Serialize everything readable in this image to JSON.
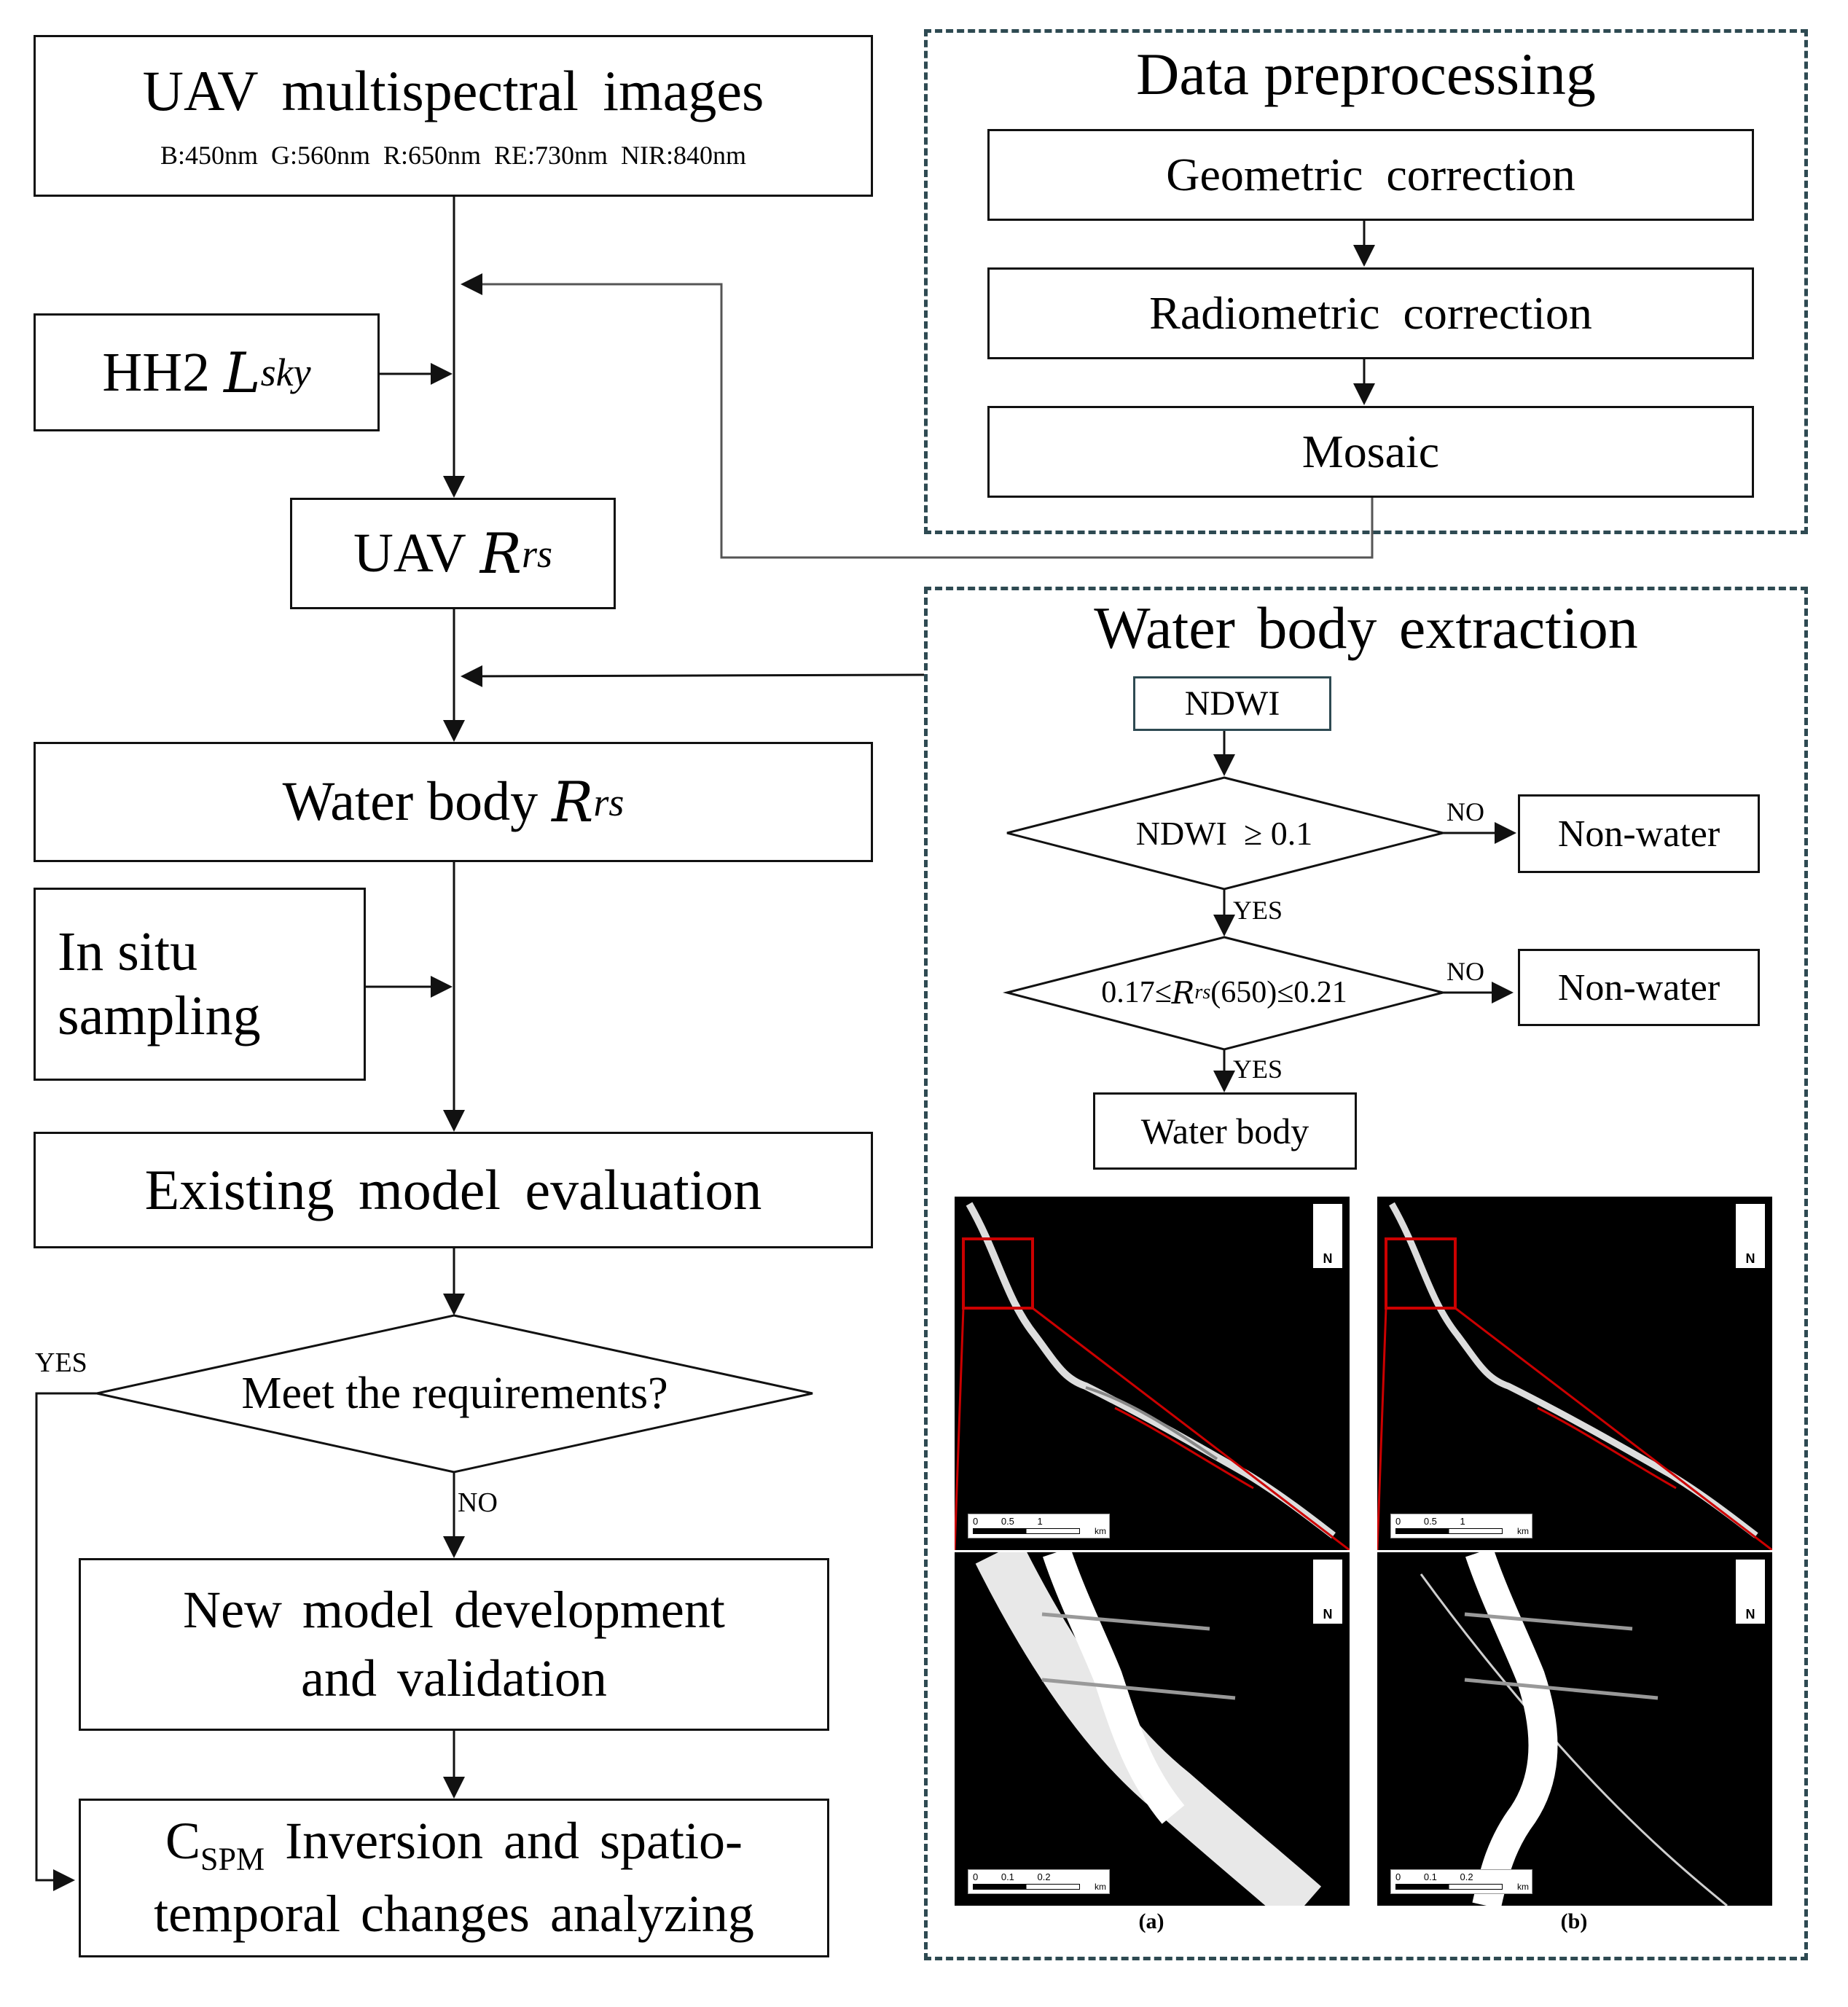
{
  "left_flow": {
    "uav_images": {
      "title": "UAV multispectral images",
      "bands": "B:450nm  G:560nm  R:650nm  RE:730nm  NIR:840nm"
    },
    "hh2": {
      "prefix": "HH2",
      "var": "L",
      "sub": "sky"
    },
    "uav_rrs": {
      "prefix": "UAV",
      "var": "R",
      "sub": "rs"
    },
    "water_rrs": {
      "prefix": "Water body",
      "var": "R",
      "sub": "rs"
    },
    "in_situ": {
      "line1": "In situ",
      "line2": "sampling"
    },
    "existing_eval": "Existing model evaluation",
    "decision": "Meet the requirements?",
    "yes_label": "YES",
    "no_label": "NO",
    "new_model": {
      "line1": "New model development",
      "line2": "and validation"
    },
    "final": {
      "c": "C",
      "sub": "SPM",
      "line1_rest": " Inversion and spatio-",
      "line2": "temporal changes analyzing"
    }
  },
  "preprocessing": {
    "title": "Data preprocessing",
    "steps": [
      "Geometric  correction",
      "Radiometric  correction",
      "Mosaic"
    ]
  },
  "extraction": {
    "title": "Water body extraction",
    "ndwi": "NDWI",
    "cond1": "NDWI  ≥ 0.1",
    "cond2_pre": "0.17≤",
    "cond2_var": "R",
    "cond2_sub": "rs",
    "cond2_post": "(650)≤0.21",
    "non_water_1": "Non-water",
    "non_water_2": "Non-water",
    "water_body": "Water body",
    "yes_label": "YES",
    "no_label": "NO",
    "captions": [
      "(a)",
      "(b)"
    ],
    "north_label": "N",
    "scale_top": {
      "ticks": "0 0.5 1",
      "unit": "km"
    },
    "scale_bottom": {
      "ticks": "0 0.1 0.2",
      "unit": "km"
    }
  },
  "colors": {
    "dashed_border": "#2e4a52",
    "zoom_box": "#cc0000",
    "map_bg": "#000000"
  }
}
